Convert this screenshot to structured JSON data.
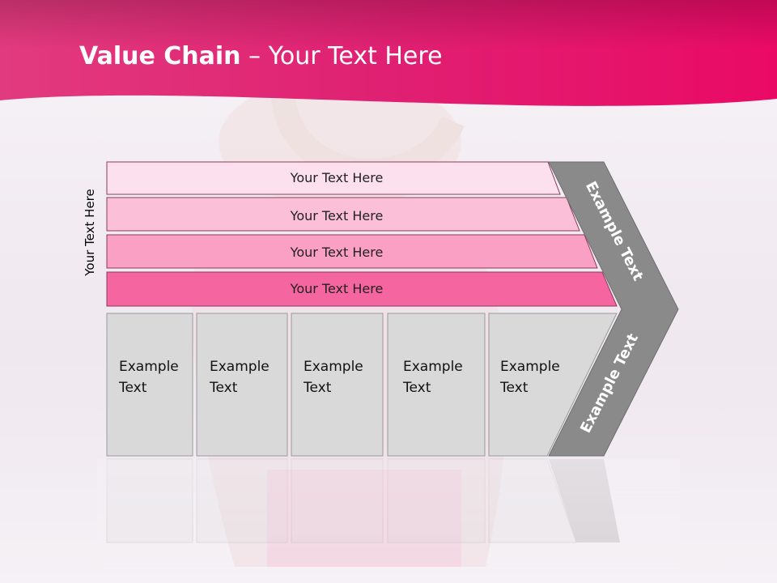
{
  "slide": {
    "title_bold": "Value Chain",
    "title_rest": " – Your Text Here"
  },
  "diagram": {
    "side_label": "Your Text Here",
    "support_rows": [
      "Your Text Here",
      "Your Text Here",
      "Your Text Here",
      "Your Text Here"
    ],
    "primary_line1": [
      "Example",
      "Example",
      "Example",
      "Example",
      "Example"
    ],
    "primary_line2": [
      "Text",
      "Text",
      "Text",
      "Text",
      "Text"
    ],
    "arrow_labels": [
      "Example Text",
      "Example Text"
    ]
  },
  "colors": {
    "header_pink": "#e8186e",
    "row_colors": [
      "#fde0ee",
      "#fbc0d8",
      "#f9a0c4",
      "#f565a0"
    ],
    "primary_box": "#d9d9d9",
    "arrow_gray": "#8a8a8a"
  }
}
